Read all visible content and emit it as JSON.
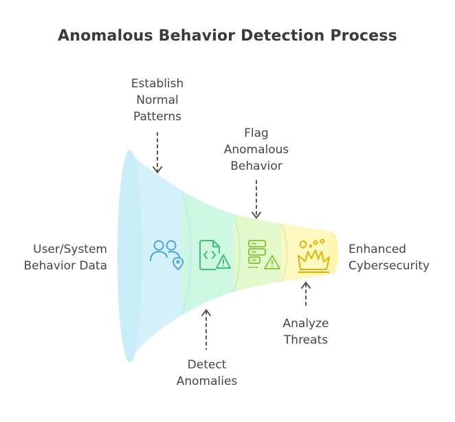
{
  "title": "Anomalous Behavior Detection Process",
  "input_label": [
    "User/System",
    "Behavior Data"
  ],
  "output_label": [
    "Enhanced",
    "Cybersecurity"
  ],
  "stages": [
    {
      "label": [
        "Establish",
        "Normal",
        "Patterns"
      ],
      "color": "#d4f1fb",
      "stroke": "#4aa3d8",
      "icon": "users-location-icon"
    },
    {
      "label": [
        "Detect",
        "Anomalies"
      ],
      "color": "#cdf7e0",
      "stroke": "#3cbf7c",
      "icon": "code-file-warning-icon"
    },
    {
      "label": [
        "Flag",
        "Anomalous",
        "Behavior"
      ],
      "color": "#e3f9cc",
      "stroke": "#8dc63f",
      "icon": "server-warning-icon"
    },
    {
      "label": [
        "Analyze",
        "Threats"
      ],
      "color": "#fcf8bf",
      "stroke": "#e0b400",
      "icon": "explosion-crown-icon"
    }
  ]
}
